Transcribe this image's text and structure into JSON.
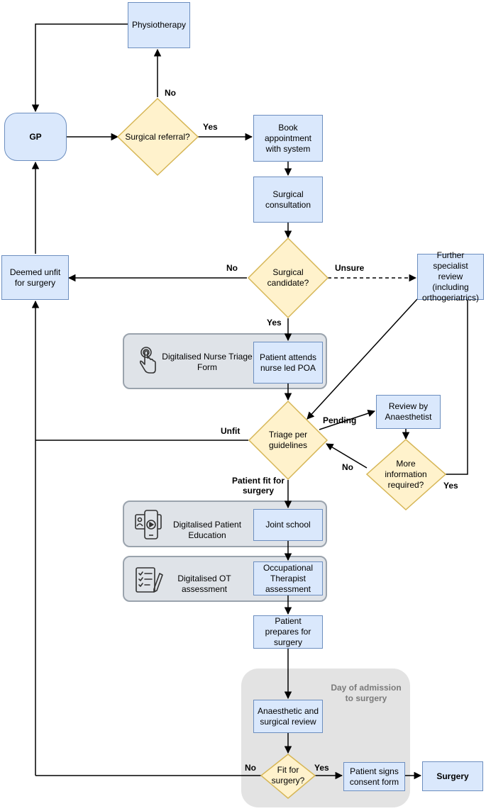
{
  "nodes": {
    "physiotherapy": "Physiotherapy",
    "gp": "GP",
    "surgical_referral": "Surgical referral?",
    "book_appointment": "Book appointment with system",
    "surgical_consultation": "Surgical consultation",
    "deemed_unfit": "Deemed unfit for surgery",
    "surgical_candidate": "Surgical candidate?",
    "further_review": "Further specialist review (including orthogeriatrics)",
    "digital_triage": "Digitalised Nurse Triage Form",
    "patient_attends": "Patient attends nurse led POA",
    "triage": "Triage per guidelines",
    "review_anaesthetist": "Review by Anaesthetist",
    "more_info": "More information required?",
    "digital_education": "Digitalised Patient Education",
    "joint_school": "Joint school",
    "digital_ot": "Digitalised OT assessment",
    "ot_assessment": "Occupational Therapist assessment",
    "patient_prepares": "Patient prepares for surgery",
    "day_of_admission": "Day of admission to surgery",
    "anaesthetic_review": "Anaesthetic and surgical review",
    "fit_for_surgery": "Fit for surgery?",
    "consent": "Patient signs consent form",
    "surgery": "Surgery"
  },
  "edge_labels": {
    "no_physio": "No",
    "yes_referral": "Yes",
    "no_candidate": "No",
    "unsure": "Unsure",
    "yes_candidate": "Yes",
    "pending": "Pending",
    "unfit": "Unfit",
    "no_more_info": "No",
    "yes_more_info": "Yes",
    "patient_fit": "Patient fit for surgery",
    "no_fit": "No",
    "yes_fit": "Yes"
  },
  "icons": {
    "triage": "touch-screen-hand-icon",
    "education": "tablet-video-icon",
    "ot": "checklist-pen-icon"
  },
  "colors": {
    "process_fill": "#dae8fc",
    "process_border": "#6c8ebf",
    "decision_fill": "#fff2cc",
    "decision_border": "#d6b656",
    "group_fill": "#dfe3e8",
    "day_group_fill": "#e3e3e3"
  }
}
